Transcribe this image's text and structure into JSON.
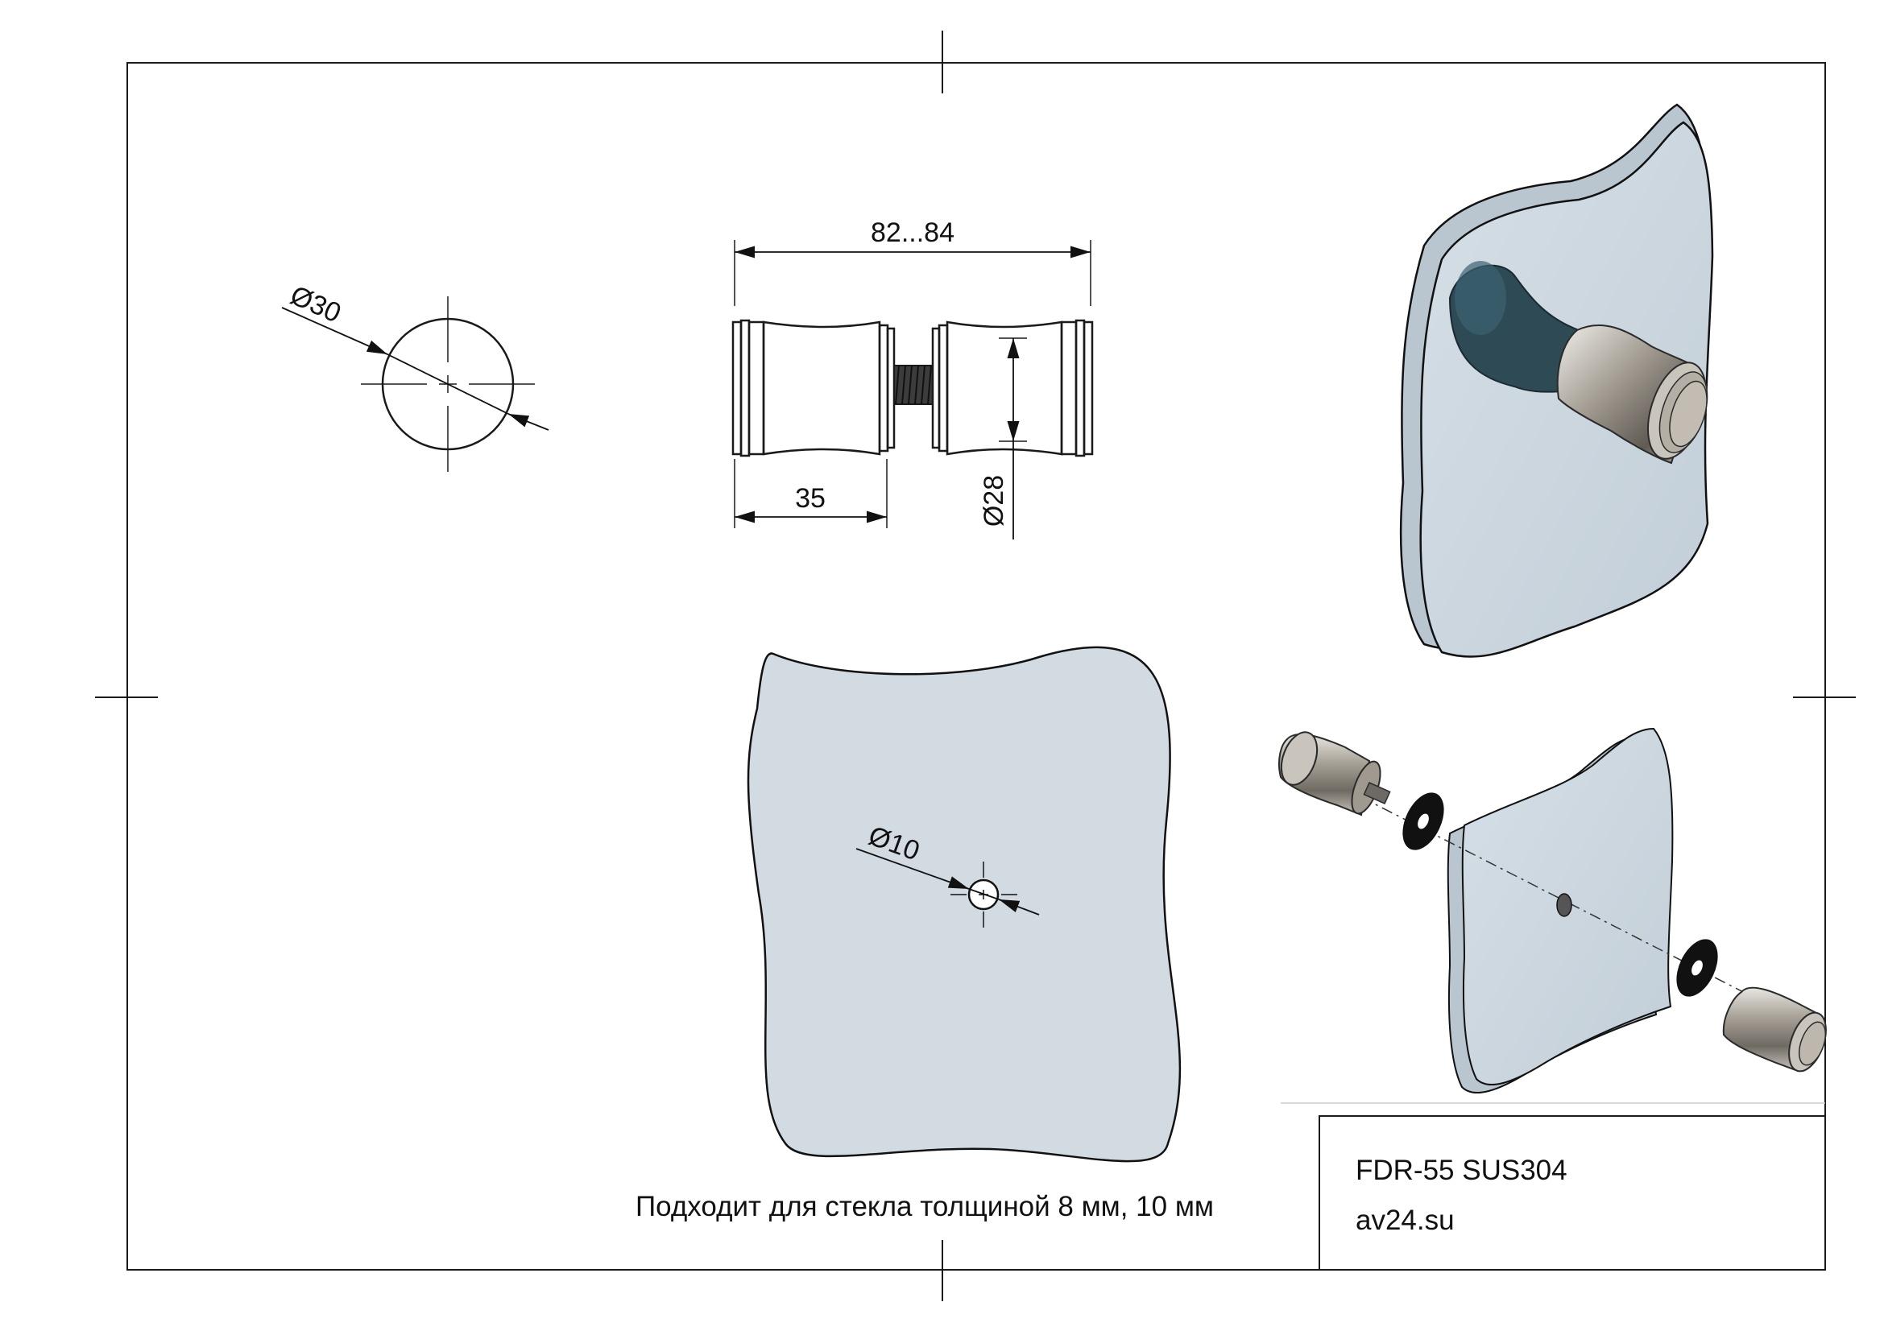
{
  "dimensions": {
    "circle_diameter": "Ø30",
    "overall_length": "82...84",
    "knob_length": "35",
    "knob_diameter": "Ø28",
    "hole_diameter": "Ø10"
  },
  "note": "Подходит для стекла толщиной 8 мм, 10 мм",
  "title_block": {
    "model": "FDR-55 SUS304",
    "site": "av24.su"
  },
  "colors": {
    "glass": "#d3dbe2",
    "glass_iso": "#c7d3dc",
    "metal": "#9a948a",
    "rubber": "#2e4a55",
    "line": "#1a1a1a"
  }
}
